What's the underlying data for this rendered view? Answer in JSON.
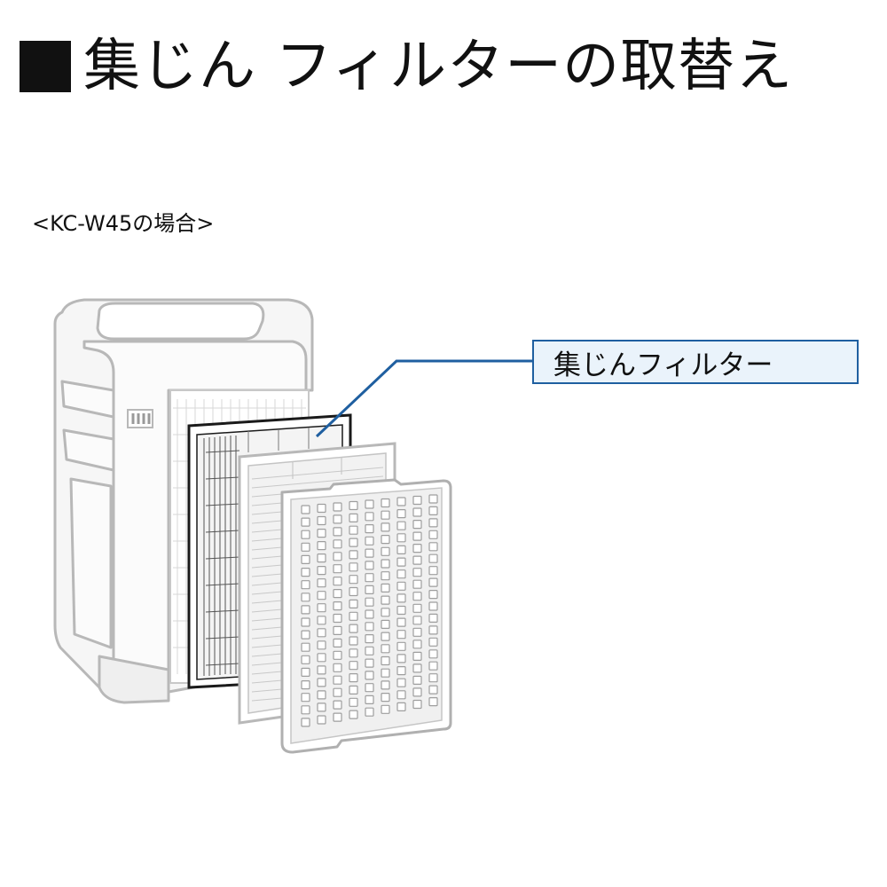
{
  "title": "集じん フィルターの取替え",
  "model_note": "<KC-W45の場合>",
  "callout_label": "集じんフィルター",
  "colors": {
    "callout_border": "#1f5fa0",
    "callout_fill": "#eaf3fb",
    "unit_gray": "#b8b8b8",
    "filter_frame": "#1a1a1a"
  },
  "icons": [
    "title-square-icon"
  ]
}
